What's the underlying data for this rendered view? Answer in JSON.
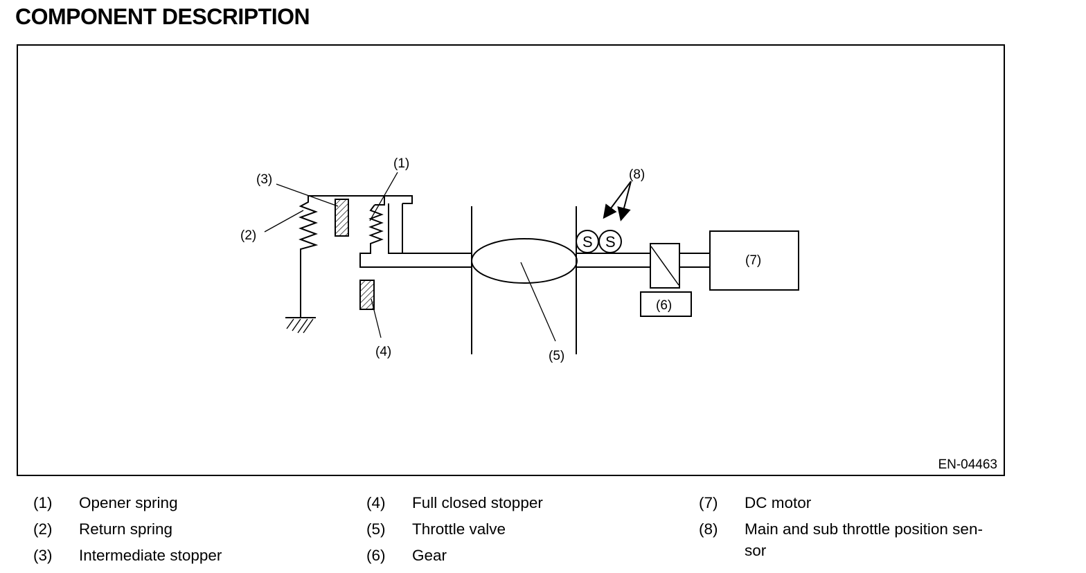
{
  "page": {
    "title": "COMPONENT DESCRIPTION"
  },
  "figure": {
    "id": "EN-04463",
    "callouts": {
      "c1": "(1)",
      "c2": "(2)",
      "c3": "(3)",
      "c4": "(4)",
      "c5": "(5)",
      "c6": "(6)",
      "c7": "(7)",
      "c8": "(8)"
    },
    "sensor_letter": "S"
  },
  "legend": [
    {
      "num": "(1)",
      "text": "Opener spring"
    },
    {
      "num": "(2)",
      "text": "Return spring"
    },
    {
      "num": "(3)",
      "text": "Intermediate stopper"
    },
    {
      "num": "(4)",
      "text": "Full closed stopper"
    },
    {
      "num": "(5)",
      "text": "Throttle valve"
    },
    {
      "num": "(6)",
      "text": "Gear"
    },
    {
      "num": "(7)",
      "text": "DC motor"
    },
    {
      "num": "(8)",
      "text": "Main and sub throttle position sen-\nsor"
    }
  ]
}
